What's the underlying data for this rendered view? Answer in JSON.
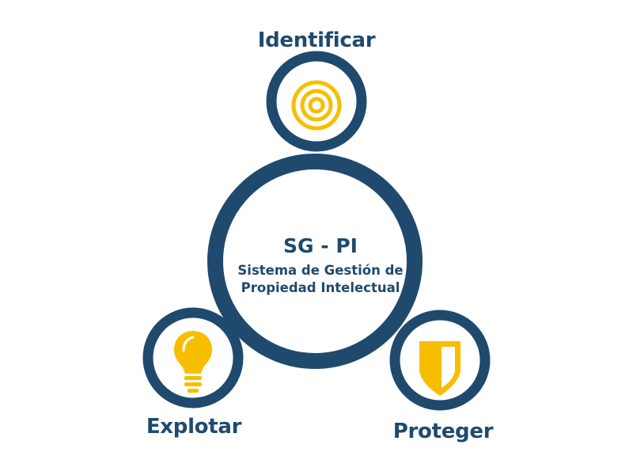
{
  "center": {
    "title": "SG - PI",
    "subtitle": "Sistema de Gestión de Propiedad Intelectual"
  },
  "nodes": {
    "identificar": {
      "label": "Identificar",
      "icon": "target-icon"
    },
    "explotar": {
      "label": "Explotar",
      "icon": "lightbulb-icon"
    },
    "proteger": {
      "label": "Proteger",
      "icon": "shield-icon"
    }
  },
  "colors": {
    "ring": "#1f4a6e",
    "accent": "#f7be00",
    "background": "#ffffff"
  }
}
